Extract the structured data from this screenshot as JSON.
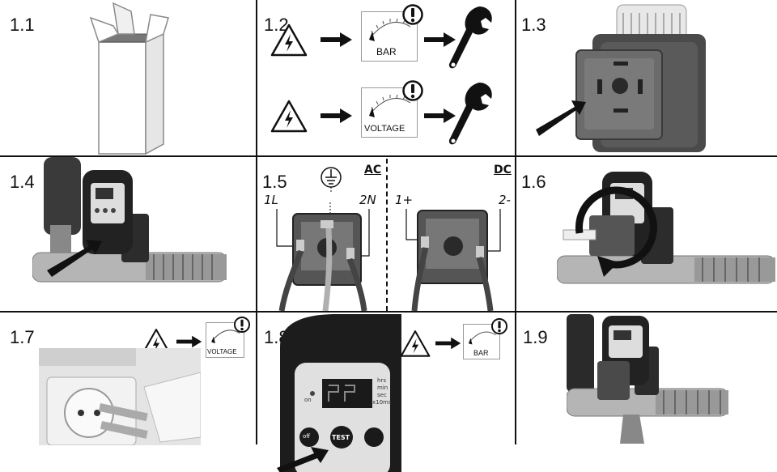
{
  "steps": {
    "s11": "1.1",
    "s12": "1.2",
    "s13": "1.3",
    "s14": "1.4",
    "s15": "1.5",
    "s16": "1.6",
    "s17": "1.7",
    "s18": "1.8",
    "s19": "1.9"
  },
  "gauges": {
    "bar": "BAR",
    "voltage": "VOLTAGE"
  },
  "wiring": {
    "ac": "AC",
    "dc": "DC",
    "l1": "1L",
    "n2": "2N",
    "p1": "1+",
    "m2": "2-"
  },
  "device": {
    "on": "on",
    "hrs": "hrs",
    "min": "min",
    "sec": "sec",
    "ms": "x10ms",
    "test": "TEST",
    "off": "off"
  },
  "icons": [
    "high-voltage-warning-icon",
    "pressure-gauge-icon",
    "voltage-gauge-icon",
    "attention-icon",
    "wrench-icon",
    "arrow-right-icon",
    "earth-ground-icon",
    "rotate-icon"
  ]
}
